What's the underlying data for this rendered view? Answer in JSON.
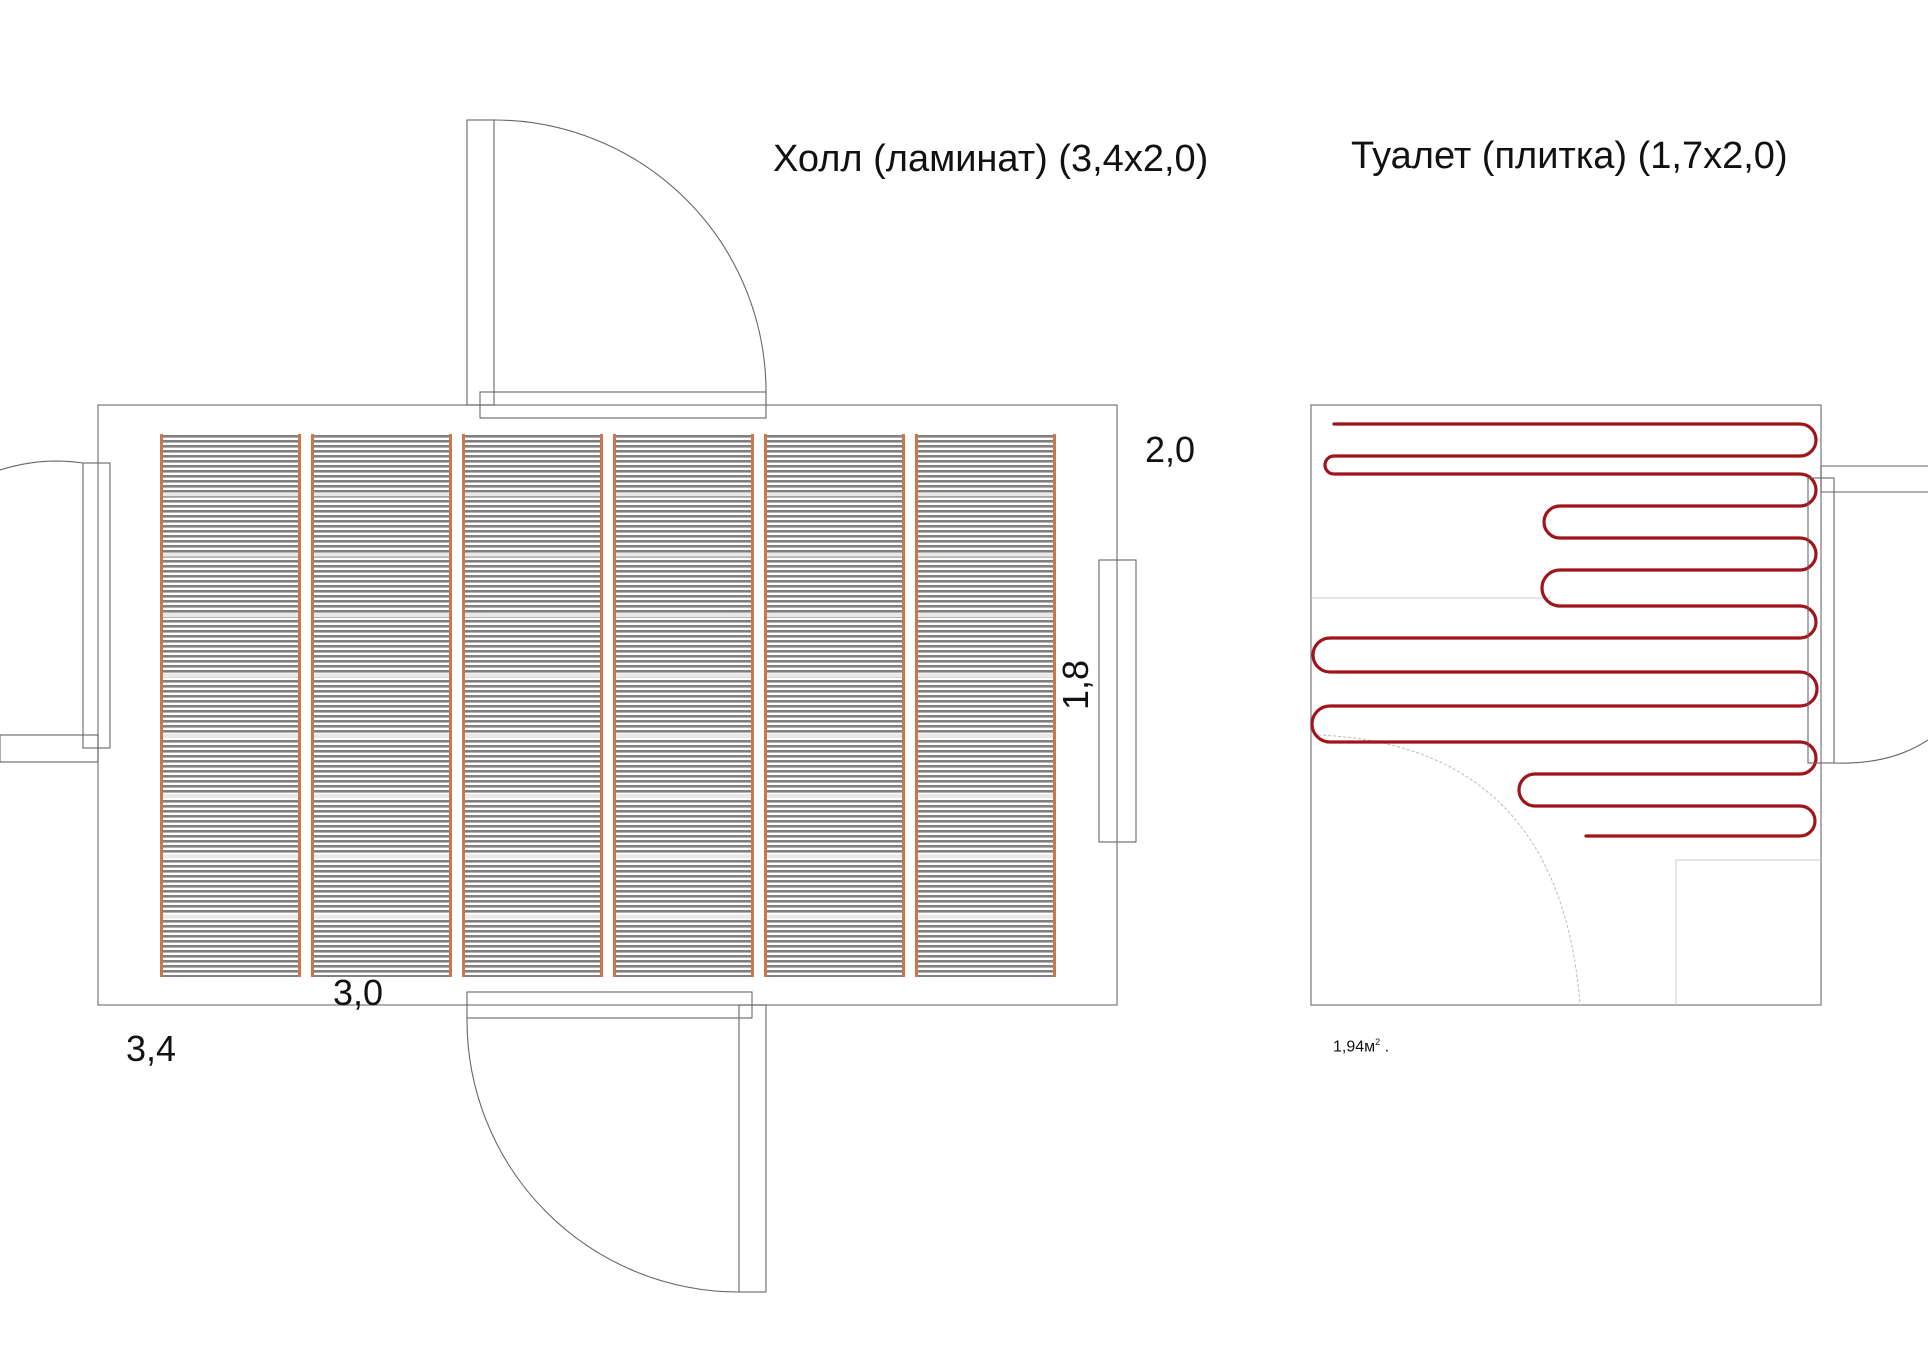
{
  "hall": {
    "title": "Холл (ламинат) (3,4х2,0)",
    "dim_total_width": "3,4",
    "dim_total_height": "2,0",
    "dim_film_width": "3,0",
    "dim_film_height": "1,8",
    "film_strips": 6
  },
  "toilet": {
    "title": "Туалет (плитка) (1,7х2,0)",
    "area_value": "1,94м",
    "area_exp": "2",
    "area_suffix": " ."
  },
  "colors": {
    "wall": "#777777",
    "film_stripe": "#7a7a7a",
    "film_edge": "#c8784a",
    "cable": "#a0151b",
    "text": "#111111"
  }
}
